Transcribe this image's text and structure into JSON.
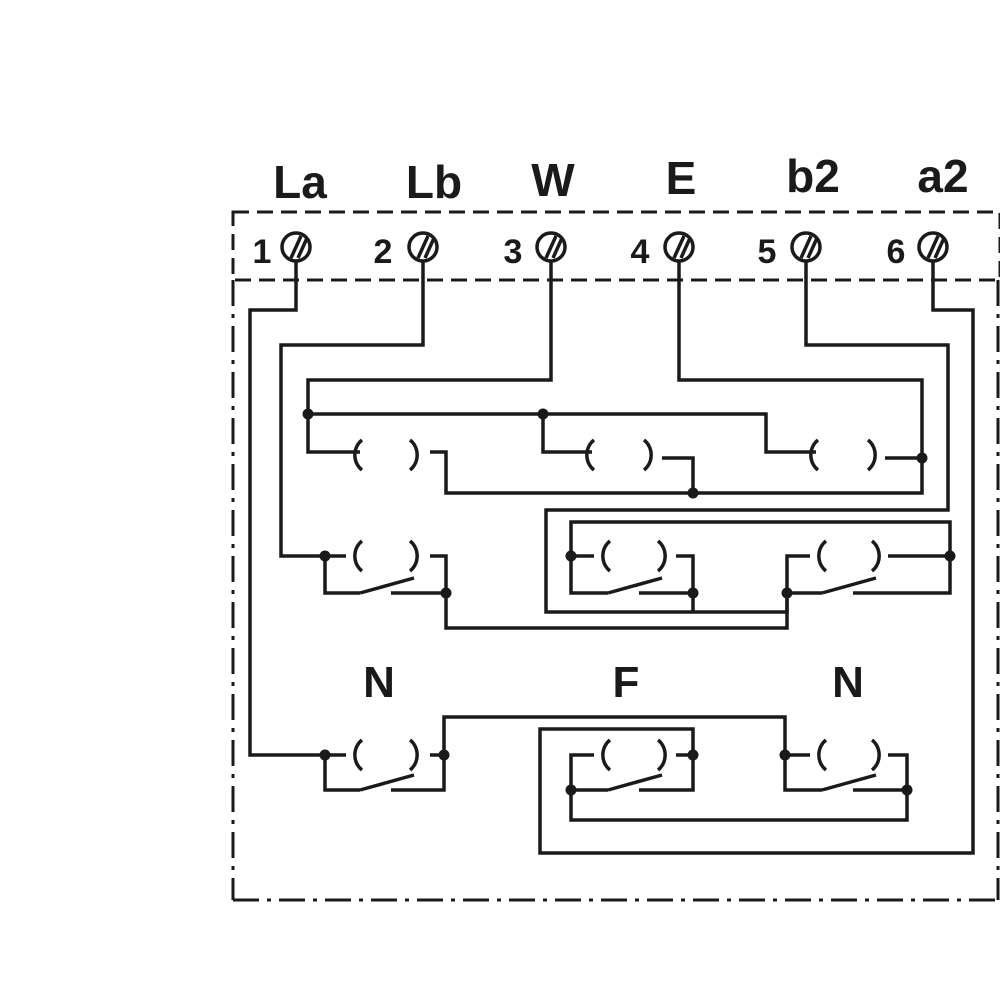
{
  "terminals": [
    {
      "name": "La",
      "number": "1"
    },
    {
      "name": "Lb",
      "number": "2"
    },
    {
      "name": "W",
      "number": "3"
    },
    {
      "name": "E",
      "number": "4"
    },
    {
      "name": "b2",
      "number": "5"
    },
    {
      "name": "a2",
      "number": "6"
    }
  ],
  "sections": {
    "left": "N",
    "center": "F",
    "right": "N"
  },
  "line_color": "#1a1a1a",
  "background_color": "#ffffff"
}
